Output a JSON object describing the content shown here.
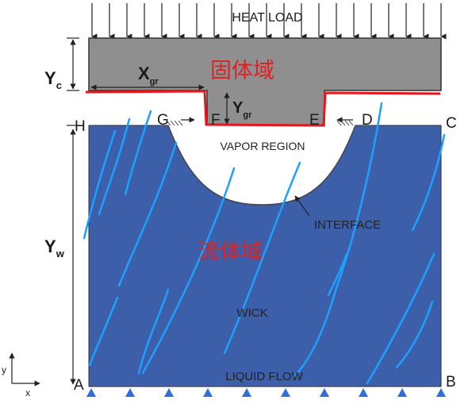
{
  "diagram": {
    "top_label": "HEAT LOAD",
    "solid_domain_label": "固体域",
    "fluid_domain_label": "流体域",
    "vapor_label": "VAPOR REGION",
    "interface_label": "INTERFACE",
    "wick_label": "WICK",
    "liquid_label": "LIQUID FLOW",
    "points": {
      "a": "A",
      "b": "B",
      "c": "C",
      "d": "D",
      "e": "E",
      "f": "F",
      "g": "G",
      "h": "H"
    },
    "dims": {
      "yc": {
        "main": "Y",
        "sub": "c"
      },
      "yw": {
        "main": "Y",
        "sub": "w"
      },
      "xgr": {
        "main": "X",
        "sub": "gr"
      },
      "ygr": {
        "main": "Y",
        "sub": "gr"
      }
    },
    "axes": {
      "x": "x",
      "y": "y"
    },
    "colors": {
      "solid": "#8f8f8f",
      "wick": "#3d5ea8",
      "annotation_red": "#e02020",
      "stroke_blue": "#1ea0ff"
    }
  }
}
